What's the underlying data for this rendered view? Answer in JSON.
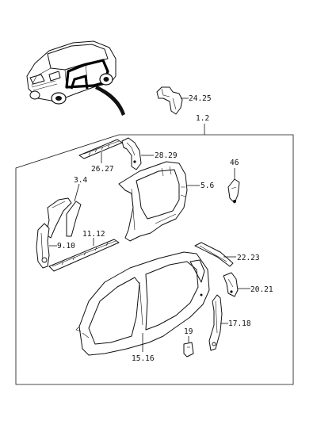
{
  "labels": {
    "p24_25": "24.25",
    "p1_2": "1.2",
    "p28_29": "28.29",
    "p26_27": "26.27",
    "p46": "46",
    "p3_4": "3.4",
    "p5_6": "5.6",
    "p11_12": "11.12",
    "p9_10": "9.10",
    "p22_23": "22.23",
    "p20_21": "20.21",
    "p19": "19",
    "p17_18": "17.18",
    "p15_16": "15.16"
  }
}
